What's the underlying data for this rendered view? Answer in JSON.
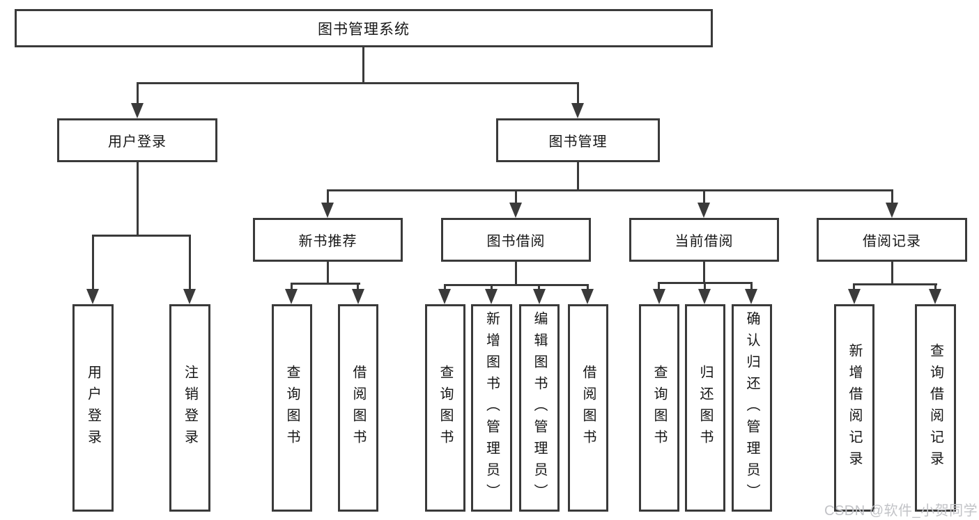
{
  "colors": {
    "line": "#3a3a3a",
    "text": "#161616",
    "background": "#ffffff",
    "watermark": "#c2c3c7"
  },
  "watermark": "CSDN @软件_小贺同学",
  "tree": {
    "root": {
      "label": "图书管理系统"
    },
    "branches": [
      {
        "label": "用户登录",
        "children": [
          {
            "label": "用户登录"
          },
          {
            "label": "注销登录"
          }
        ]
      },
      {
        "label": "图书管理",
        "children": [
          {
            "label": "新书推荐",
            "children": [
              {
                "label": "查询图书"
              },
              {
                "label": "借阅图书"
              }
            ]
          },
          {
            "label": "图书借阅",
            "children": [
              {
                "label": "查询图书"
              },
              {
                "label": "新增图书（管理员）"
              },
              {
                "label": "编辑图书（管理员）"
              },
              {
                "label": "借阅图书"
              }
            ]
          },
          {
            "label": "当前借阅",
            "children": [
              {
                "label": "查询图书"
              },
              {
                "label": "归还图书"
              },
              {
                "label": "确认归还（管理员）"
              }
            ]
          },
          {
            "label": "借阅记录",
            "children": [
              {
                "label": "新增借阅记录"
              },
              {
                "label": "查询借阅记录"
              }
            ]
          }
        ]
      }
    ]
  }
}
